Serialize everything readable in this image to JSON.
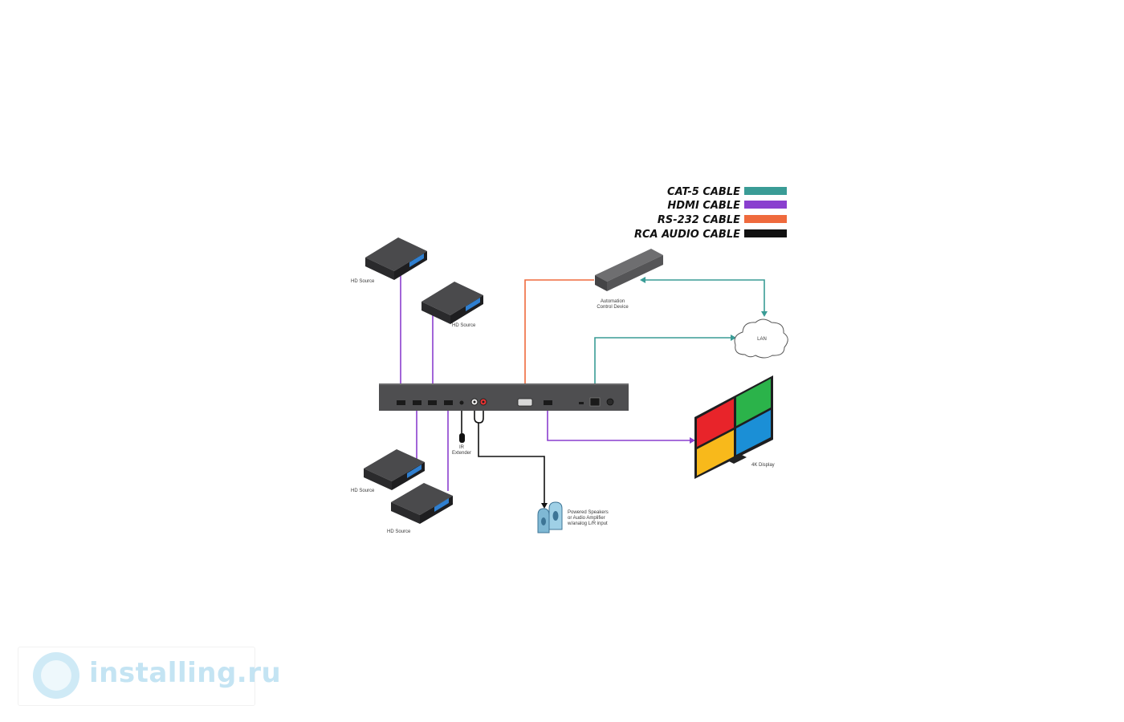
{
  "legend": [
    {
      "label": "CAT-5 CABLE",
      "color": "#3a9c96"
    },
    {
      "label": "HDMI CABLE",
      "color": "#8a3fcf"
    },
    {
      "label": "RS-232 CABLE",
      "color": "#ef6a3d"
    },
    {
      "label": "RCA AUDIO CABLE",
      "color": "#111111"
    }
  ],
  "devices": {
    "hd_source_1": "HD Source",
    "hd_source_2": "HD Source",
    "hd_source_3": "HD Source",
    "hd_source_4": "HD Source",
    "automation_line1": "Automation",
    "automation_line2": "Control Device",
    "lan": "LAN",
    "display": "4K Display",
    "ir_line1": "IR",
    "ir_line2": "Extender",
    "speakers_line1": "Powered Speakers",
    "speakers_line2": "or Audio Amplifier",
    "speakers_line3": "w/analog L/R input"
  },
  "display_colors": [
    "#e8242a",
    "#2bb34a",
    "#f8b91b",
    "#1b8fd6"
  ],
  "watermark": {
    "text": "installing.ru"
  }
}
